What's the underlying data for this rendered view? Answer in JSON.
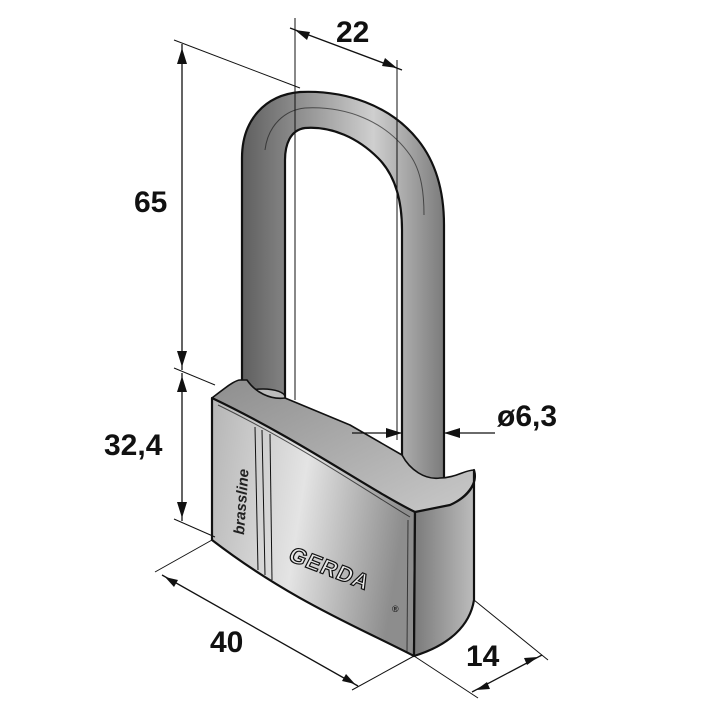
{
  "dimensions": {
    "shackle_width": "22",
    "shackle_height": "65",
    "body_height": "32,4",
    "shackle_diameter": "ø6,3",
    "body_width": "40",
    "body_depth": "14"
  },
  "labels": {
    "series": "brassline",
    "brand": "GERDA",
    "registered": "®"
  }
}
